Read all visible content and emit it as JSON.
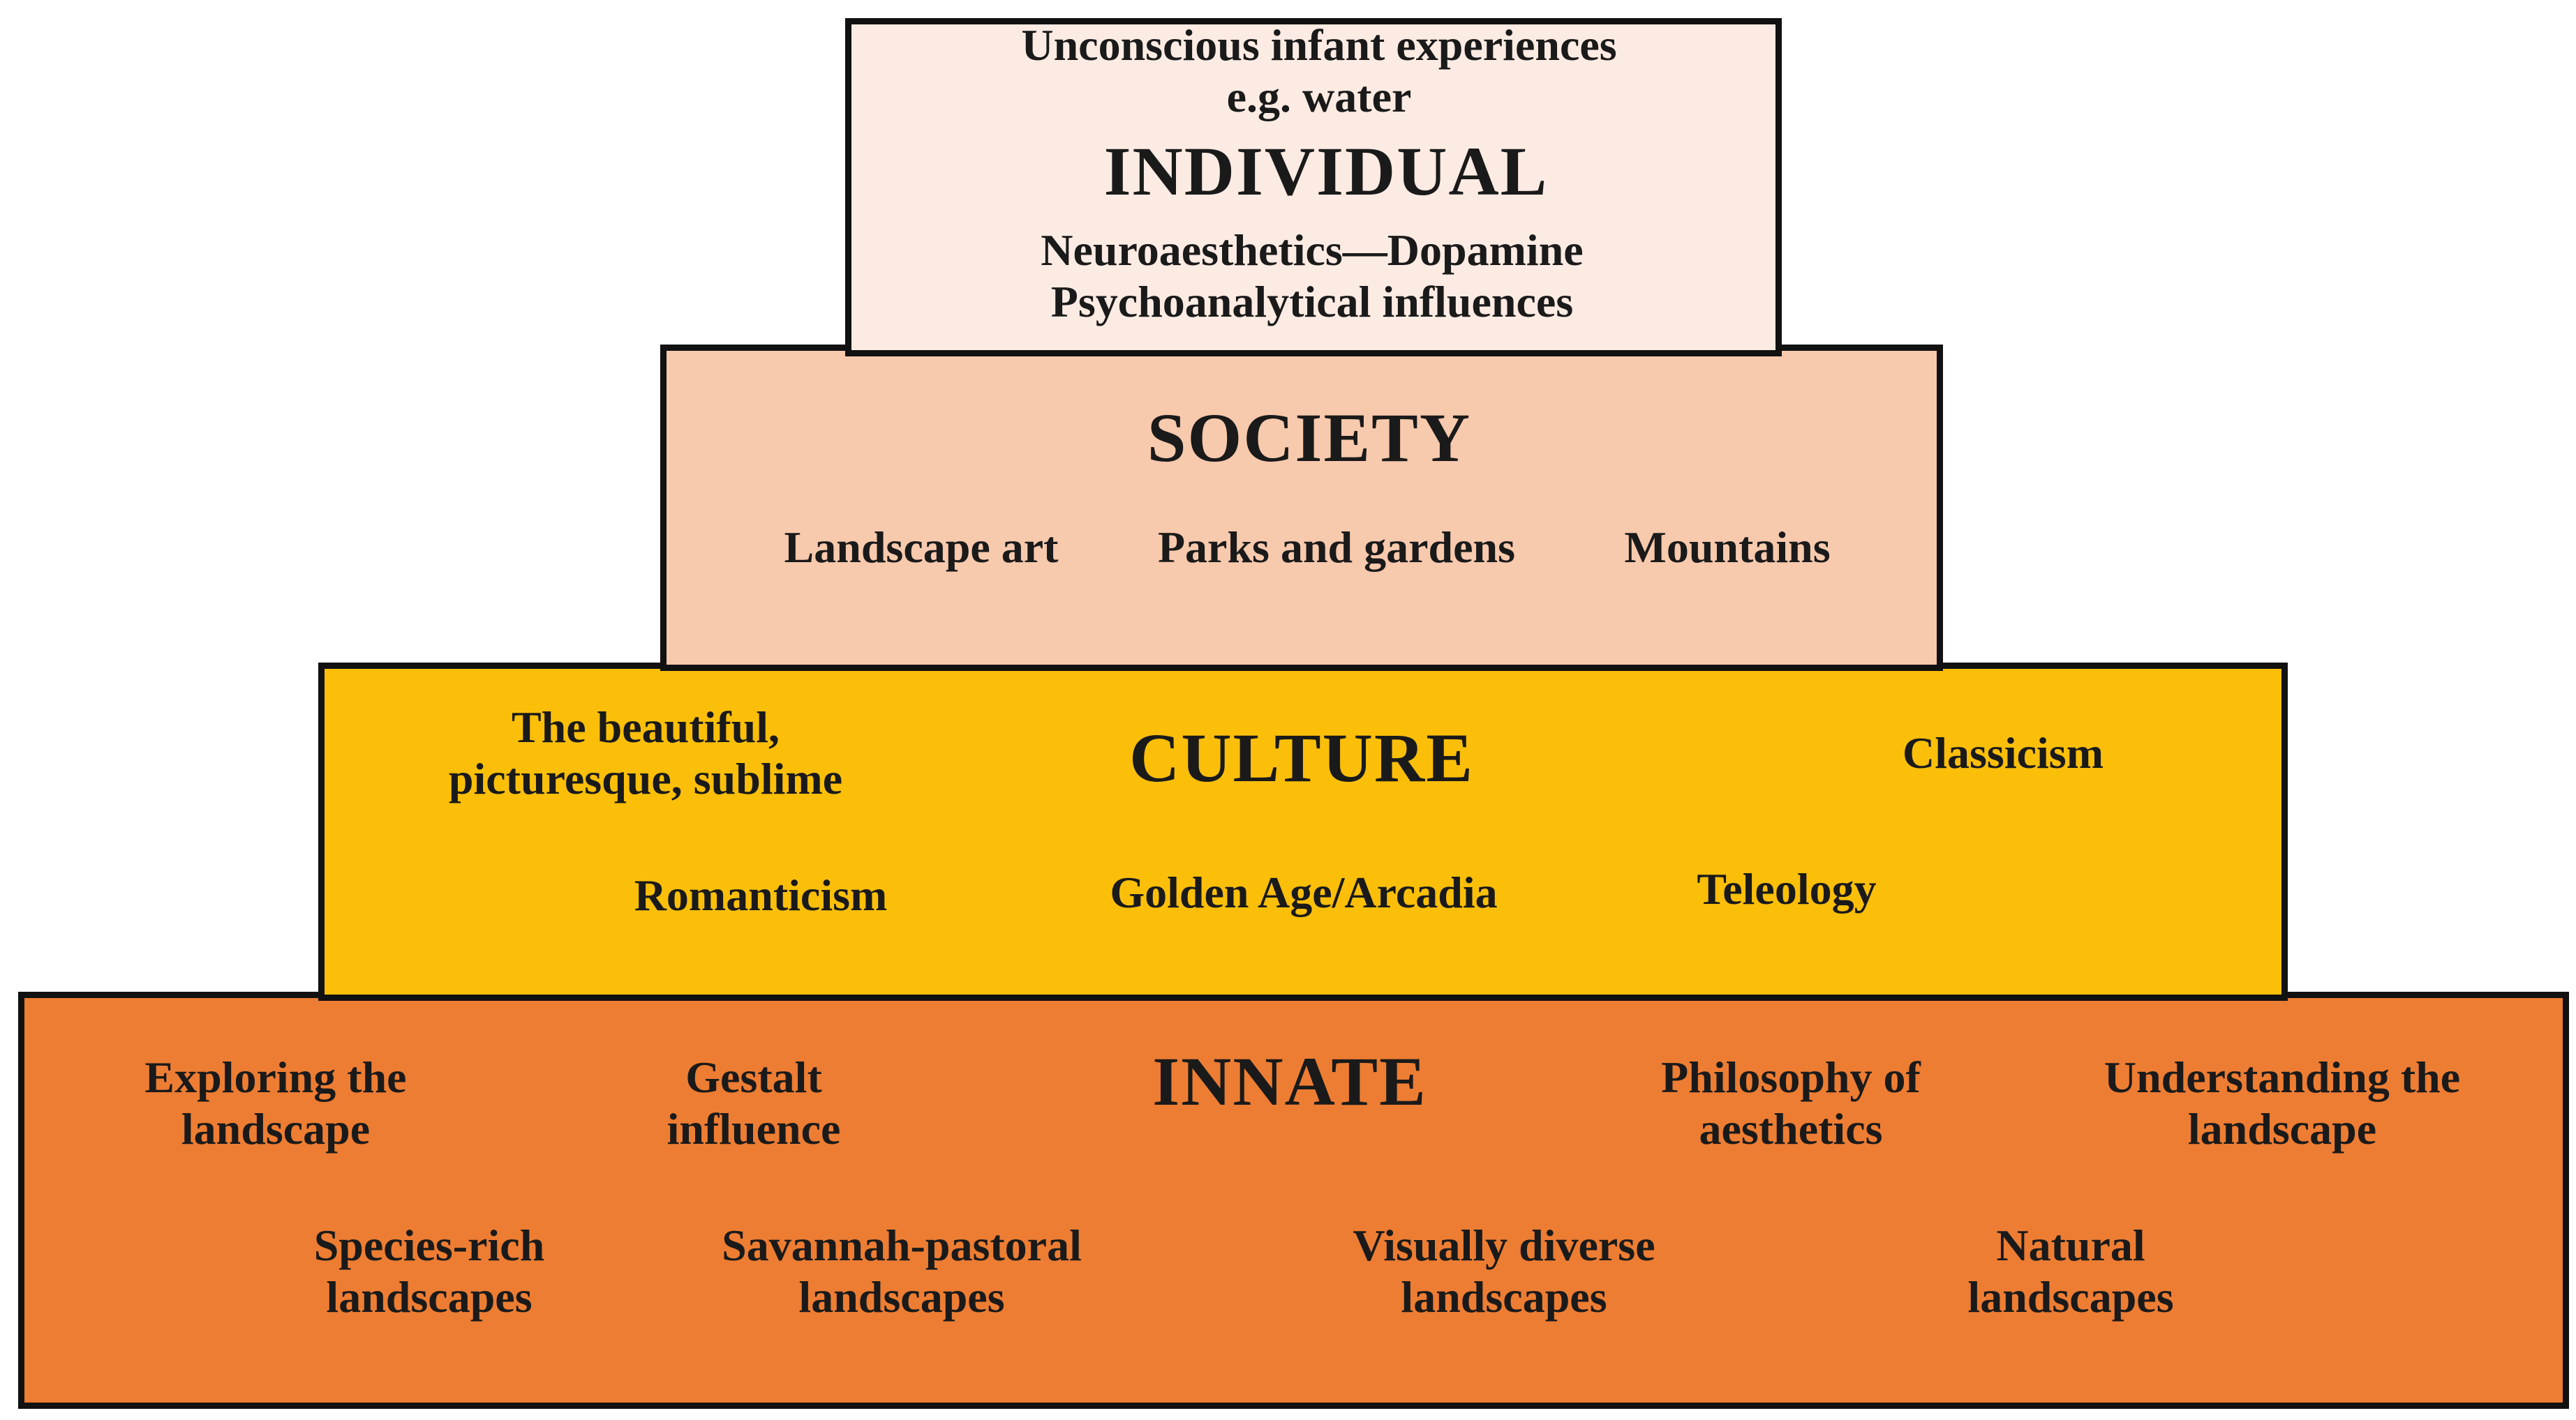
{
  "colors": {
    "individual": "#fcebe3",
    "society": "#f7c9ad",
    "culture": "#fbbf0a",
    "innate": "#ed7d33",
    "border": "#111111"
  },
  "pyramid": {
    "individual": {
      "heading": "INDIVIDUAL",
      "items": [
        "Unconscious infant experiences\ne.g. water",
        "Neuroaesthetics—Dopamine\nPsychoanalytical influences"
      ]
    },
    "society": {
      "heading": "SOCIETY",
      "items": [
        "Landscape art",
        "Parks and gardens",
        "Mountains"
      ]
    },
    "culture": {
      "heading": "CULTURE",
      "items": [
        "The beautiful,\npicturesque, sublime",
        "Classicism",
        "Romanticism",
        "Golden Age/Arcadia",
        "Teleology"
      ]
    },
    "innate": {
      "heading": "INNATE",
      "items": [
        "Exploring the\nlandscape",
        "Gestalt\ninfluence",
        "Philosophy of\naesthetics",
        "Understanding the\nlandscape",
        "Species-rich\nlandscapes",
        "Savannah-pastoral\nlandscapes",
        "Visually diverse\nlandscapes",
        "Natural\nlandscapes"
      ]
    }
  }
}
